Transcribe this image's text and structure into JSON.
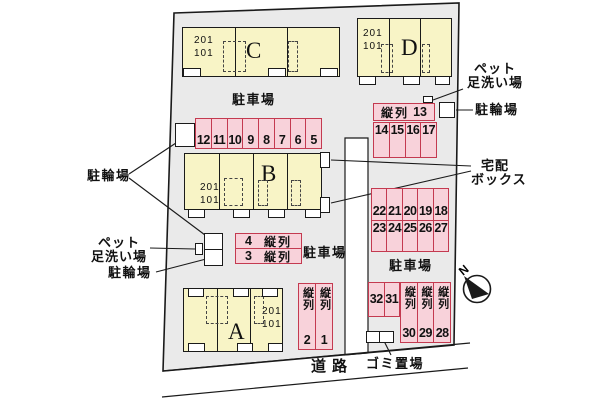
{
  "colors": {
    "site_fill": "#eaeaea",
    "building_fill": "#f8f4c6",
    "stall_fill": "#f8d2da",
    "stall_border": "#c43a50",
    "line": "#1a1a1a"
  },
  "buildings": {
    "a": {
      "letter": "A",
      "upper": "201",
      "lower": "101"
    },
    "b": {
      "letter": "B",
      "upper": "201",
      "lower": "101"
    },
    "c": {
      "letter": "C",
      "upper": "201",
      "lower": "101"
    },
    "d": {
      "letter": "D",
      "upper": "201",
      "lower": "101"
    }
  },
  "labels": {
    "parking_top": "駐車場",
    "parking_mid": "駐車場",
    "parking_right": "駐車場",
    "bicycle_left": "駐輪場",
    "bicycle_left_lower": "駐輪場",
    "bicycle_right": "駐輪場",
    "pet_left_line1": "ペット",
    "pet_left_line2": "足洗い場",
    "pet_right_line1": "ペット",
    "pet_right_line2": "足洗い場",
    "delivery_line1": "宅配",
    "delivery_line2": "ボックス",
    "garbage": "ゴミ置場",
    "road": "道路",
    "north": "N"
  },
  "stalls": {
    "row_west": [
      "12",
      "11",
      "10",
      "9",
      "8",
      "7",
      "6",
      "5"
    ],
    "tandem_13": {
      "label": "縦列",
      "number": "13"
    },
    "row_14_17": [
      "14",
      "15",
      "16",
      "17"
    ],
    "grid_upper": [
      "22",
      "21",
      "20",
      "19",
      "18"
    ],
    "grid_lower": [
      "23",
      "24",
      "25",
      "26",
      "27"
    ],
    "tandem_4": {
      "number": "4",
      "label": "縦列"
    },
    "tandem_3": {
      "number": "3",
      "label": "縦列"
    },
    "vertical_west": [
      {
        "label": "縦列",
        "number": "2"
      },
      {
        "label": "縦列",
        "number": "1"
      }
    ],
    "pair_south": [
      "32",
      "31"
    ],
    "vertical_east": [
      {
        "label": "縦列",
        "number": "30"
      },
      {
        "label": "縦列",
        "number": "29"
      },
      {
        "label": "縦列",
        "number": "28"
      }
    ]
  }
}
